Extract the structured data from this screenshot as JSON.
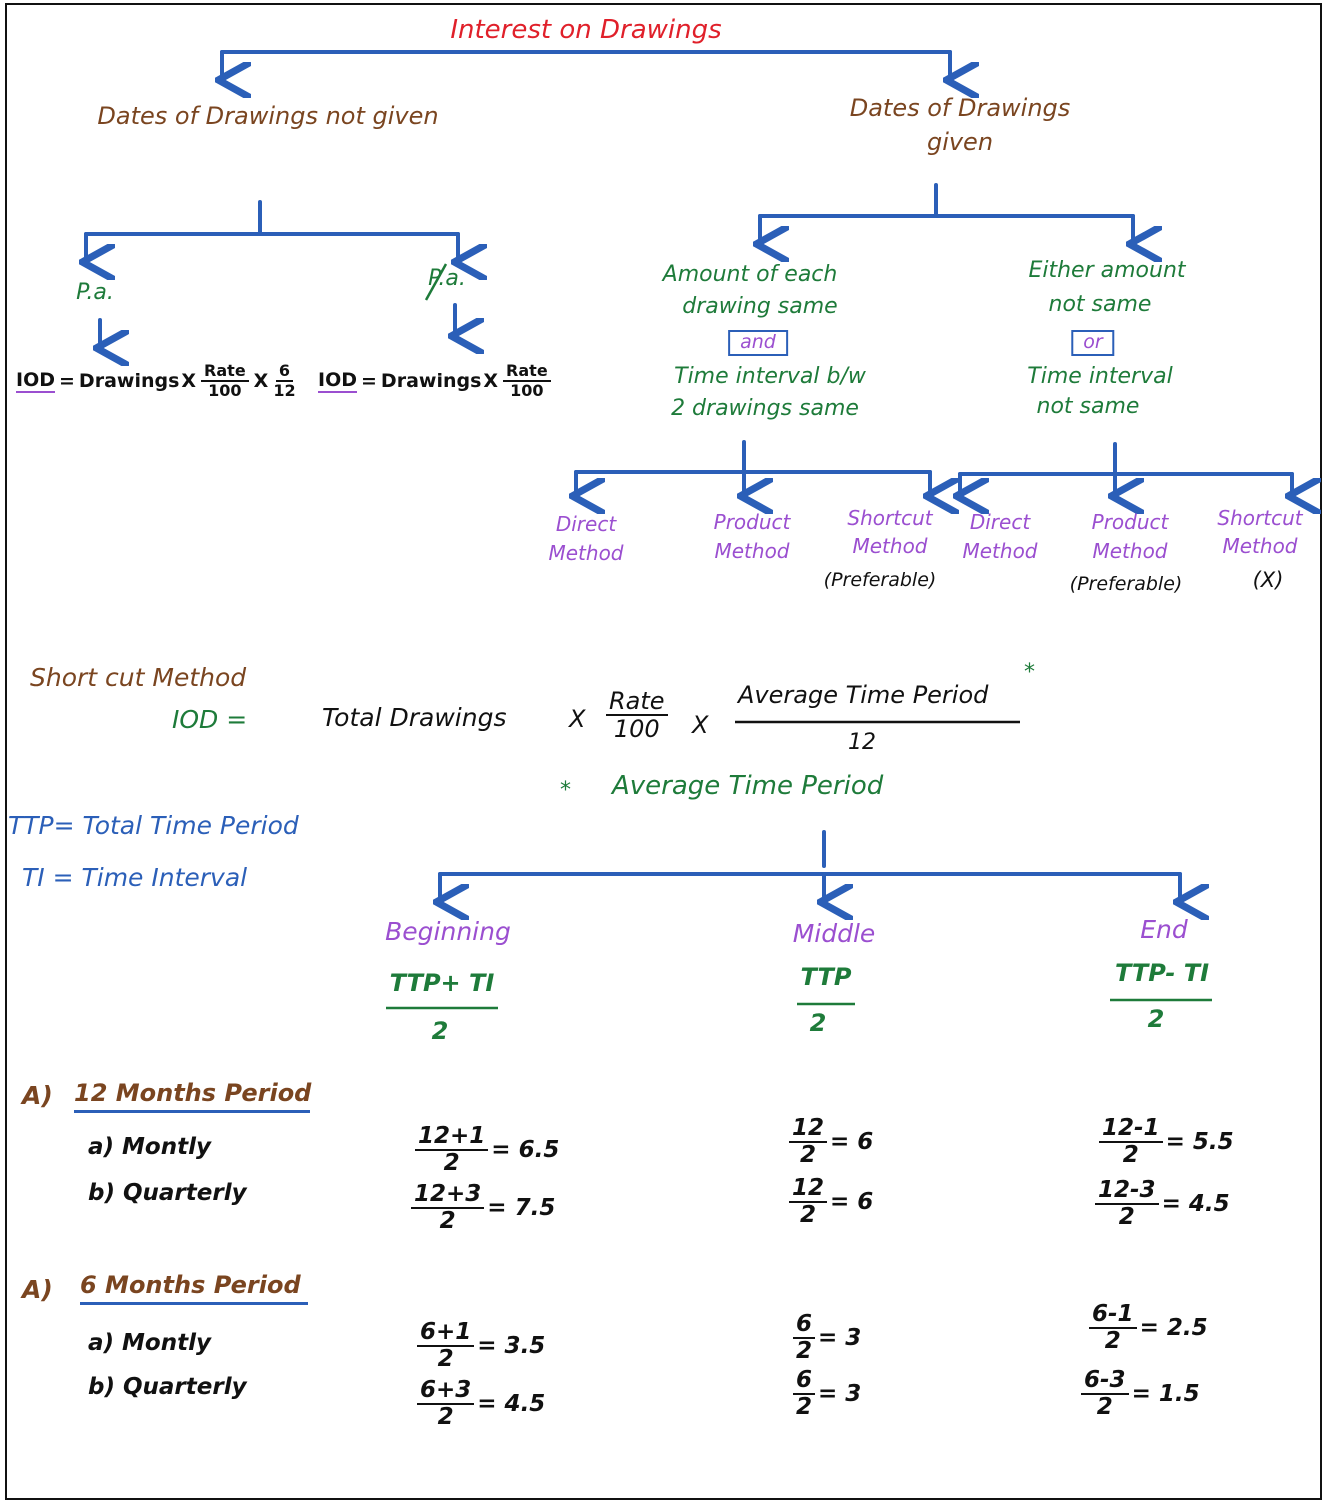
{
  "title": "Interest on Drawings",
  "branches": {
    "left": {
      "title": "Dates of Drawings not given",
      "pa_label": "P.a.",
      "not_pa_label": "P.a.",
      "iod_label": "IOD",
      "eq": "=",
      "drawings": "Drawings",
      "times": "X",
      "rate": "Rate",
      "hundred": "100",
      "six": "6",
      "twelve": "12"
    },
    "right": {
      "title": "Dates of Drawings given",
      "same": {
        "line1": "Amount of each",
        "line2": "drawing same",
        "connector": "and",
        "line3": "Time interval b/w",
        "line4": "2 drawings same"
      },
      "notsame": {
        "line1": "Either amount",
        "line2": "not same",
        "connector": "or",
        "line3": "Time interval",
        "line4": "not same"
      },
      "methods_same": [
        {
          "line1": "Direct",
          "line2": "Method",
          "note": ""
        },
        {
          "line1": "Product",
          "line2": "Method",
          "note": ""
        },
        {
          "line1": "Shortcut",
          "line2": "Method",
          "note": "(Preferable)"
        }
      ],
      "methods_notsame": [
        {
          "line1": "Direct",
          "line2": "Method",
          "note": ""
        },
        {
          "line1": "Product",
          "line2": "Method",
          "note": "(Preferable)"
        },
        {
          "line1": "Shortcut",
          "line2": "Method",
          "note": "(X)"
        }
      ]
    }
  },
  "shortcut": {
    "heading": "Short cut Method",
    "iod": "IOD =",
    "total_drawings": "Total Drawings",
    "times": "X",
    "rate": "Rate",
    "hundred": "100",
    "avg_time": "Average Time Period",
    "star": "*",
    "twelve": "12",
    "avg_heading": "Average Time Period"
  },
  "legend": {
    "ttp": "TTP= Total Time Period",
    "ti": "TI = Time Interval"
  },
  "timing": [
    {
      "label": "Beginning",
      "num": "TTP+ TI",
      "den": "2"
    },
    {
      "label": "Middle",
      "num": "TTP",
      "den": "2"
    },
    {
      "label": "End",
      "num": "TTP- TI",
      "den": "2"
    }
  ],
  "periods": [
    {
      "marker": "A)",
      "title": "12 Months Period",
      "a": "a) Montly",
      "b": "b) Quarterly",
      "rows": [
        [
          {
            "num": "12+1",
            "den": "2",
            "val": "= 6.5"
          },
          {
            "num": "12",
            "den": "2",
            "val": "= 6"
          },
          {
            "num": "12-1",
            "den": "2",
            "val": "= 5.5"
          }
        ],
        [
          {
            "num": "12+3",
            "den": "2",
            "val": "= 7.5"
          },
          {
            "num": "12",
            "den": "2",
            "val": "= 6"
          },
          {
            "num": "12-3",
            "den": "2",
            "val": "= 4.5"
          }
        ]
      ]
    },
    {
      "marker": "A)",
      "title": "6 Months Period",
      "a": "a) Montly",
      "b": "b) Quarterly",
      "rows": [
        [
          {
            "num": "6+1",
            "den": "2",
            "val": "= 3.5"
          },
          {
            "num": "6",
            "den": "2",
            "val": "= 3"
          },
          {
            "num": "6-1",
            "den": "2",
            "val": "= 2.5"
          }
        ],
        [
          {
            "num": "6+3",
            "den": "2",
            "val": "= 4.5"
          },
          {
            "num": "6",
            "den": "2",
            "val": "= 3"
          },
          {
            "num": "6-3",
            "den": "2",
            "val": "= 1.5"
          }
        ]
      ]
    }
  ]
}
